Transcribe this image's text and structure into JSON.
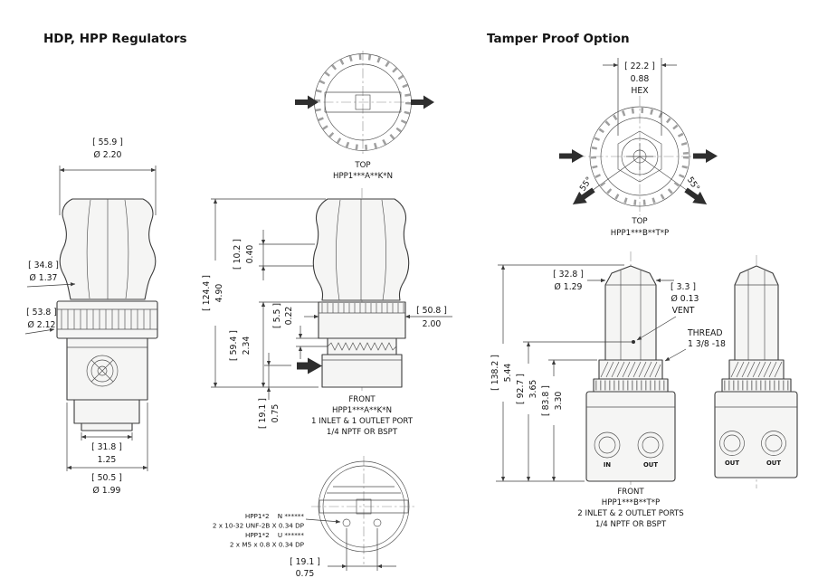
{
  "left": {
    "title": "HDP, HPP Regulators",
    "side_view": {
      "dim_knob_od": [
        "[ 55.9 ]",
        "Ø 2.20"
      ],
      "dim_knob_waist": [
        "[ 34.8 ]",
        "Ø 1.37"
      ],
      "dim_cap_od": [
        "[ 53.8 ]",
        "Ø 2.12"
      ],
      "dim_base_width": [
        "[ 31.8 ]",
        "1.25"
      ],
      "dim_body_od": [
        "[ 50.5 ]",
        "Ø 1.99"
      ]
    },
    "top_view": {
      "captions": [
        "TOP",
        "HPP1***A**K*N"
      ]
    },
    "front_view": {
      "dim_overall_height": [
        "[ 124.4 ]",
        "4.90"
      ],
      "dim_adjust_travel": [
        "[ 10.2 ]",
        "0.40"
      ],
      "dim_lower_height": [
        "[ 59.4 ]",
        "2.34"
      ],
      "dim_port_offset": [
        "[ 5.5 ]",
        "0.22"
      ],
      "dim_port_center_height": [
        "[ 19.1 ]",
        "0.75"
      ],
      "dim_cap_od": [
        "[ 50.8 ]",
        "2.00"
      ],
      "captions": [
        "FRONT",
        "HPP1***A**K*N",
        "1 INLET & 1 OUTLET PORT",
        "1/4 NPTF OR BSPT"
      ]
    },
    "bottom_view": {
      "mounting_notes": [
        "HPP1*2    N ******",
        "2 x 10-32 UNF-2B X 0.34 DP",
        "HPP1*2    U ******",
        "2 x M5 x 0.8 X 0.34 DP"
      ],
      "dim_hole_spacing": [
        "[ 19.1 ]",
        "0.75"
      ]
    }
  },
  "right": {
    "title": "Tamper Proof Option",
    "top_view": {
      "dim_hex": [
        "[ 22.2 ]",
        "0.88",
        "HEX"
      ],
      "angles": [
        "55°",
        "55°"
      ],
      "captions": [
        "TOP",
        "HPP1***B**T*P"
      ]
    },
    "front_view": {
      "dim_stem_od": [
        "[ 32.8 ]",
        "Ø 1.29"
      ],
      "dim_vent": [
        "[ 3.3 ]",
        "Ø 0.13",
        "VENT"
      ],
      "thread_note": [
        "THREAD",
        "1 3/8 -18"
      ],
      "dim_overall_height": [
        "[ 138.2 ]",
        "5.44"
      ],
      "dim_vent_height": [
        "[ 92.7 ]",
        "3.65"
      ],
      "dim_thread_height": [
        "[ 83.8 ]",
        "3.30"
      ],
      "port_labels": [
        "IN",
        "OUT"
      ],
      "captions": [
        "FRONT",
        "HPP1***B**T*P",
        "2 INLET & 2 OUTLET PORTS",
        "1/4 NPTF OR BSPT"
      ]
    },
    "side_view": {
      "port_labels": [
        "OUT",
        "OUT"
      ]
    }
  }
}
